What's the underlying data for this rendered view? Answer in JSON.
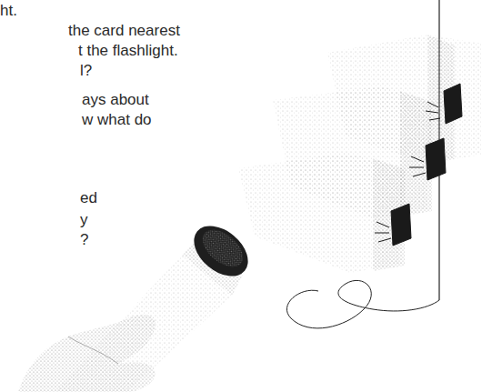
{
  "diagram": {
    "labels": [
      "ht.",
      "the card nearest",
      "t the flashlight.",
      "l?",
      "ays about",
      "w what do",
      "ed",
      "y",
      "?"
    ]
  }
}
